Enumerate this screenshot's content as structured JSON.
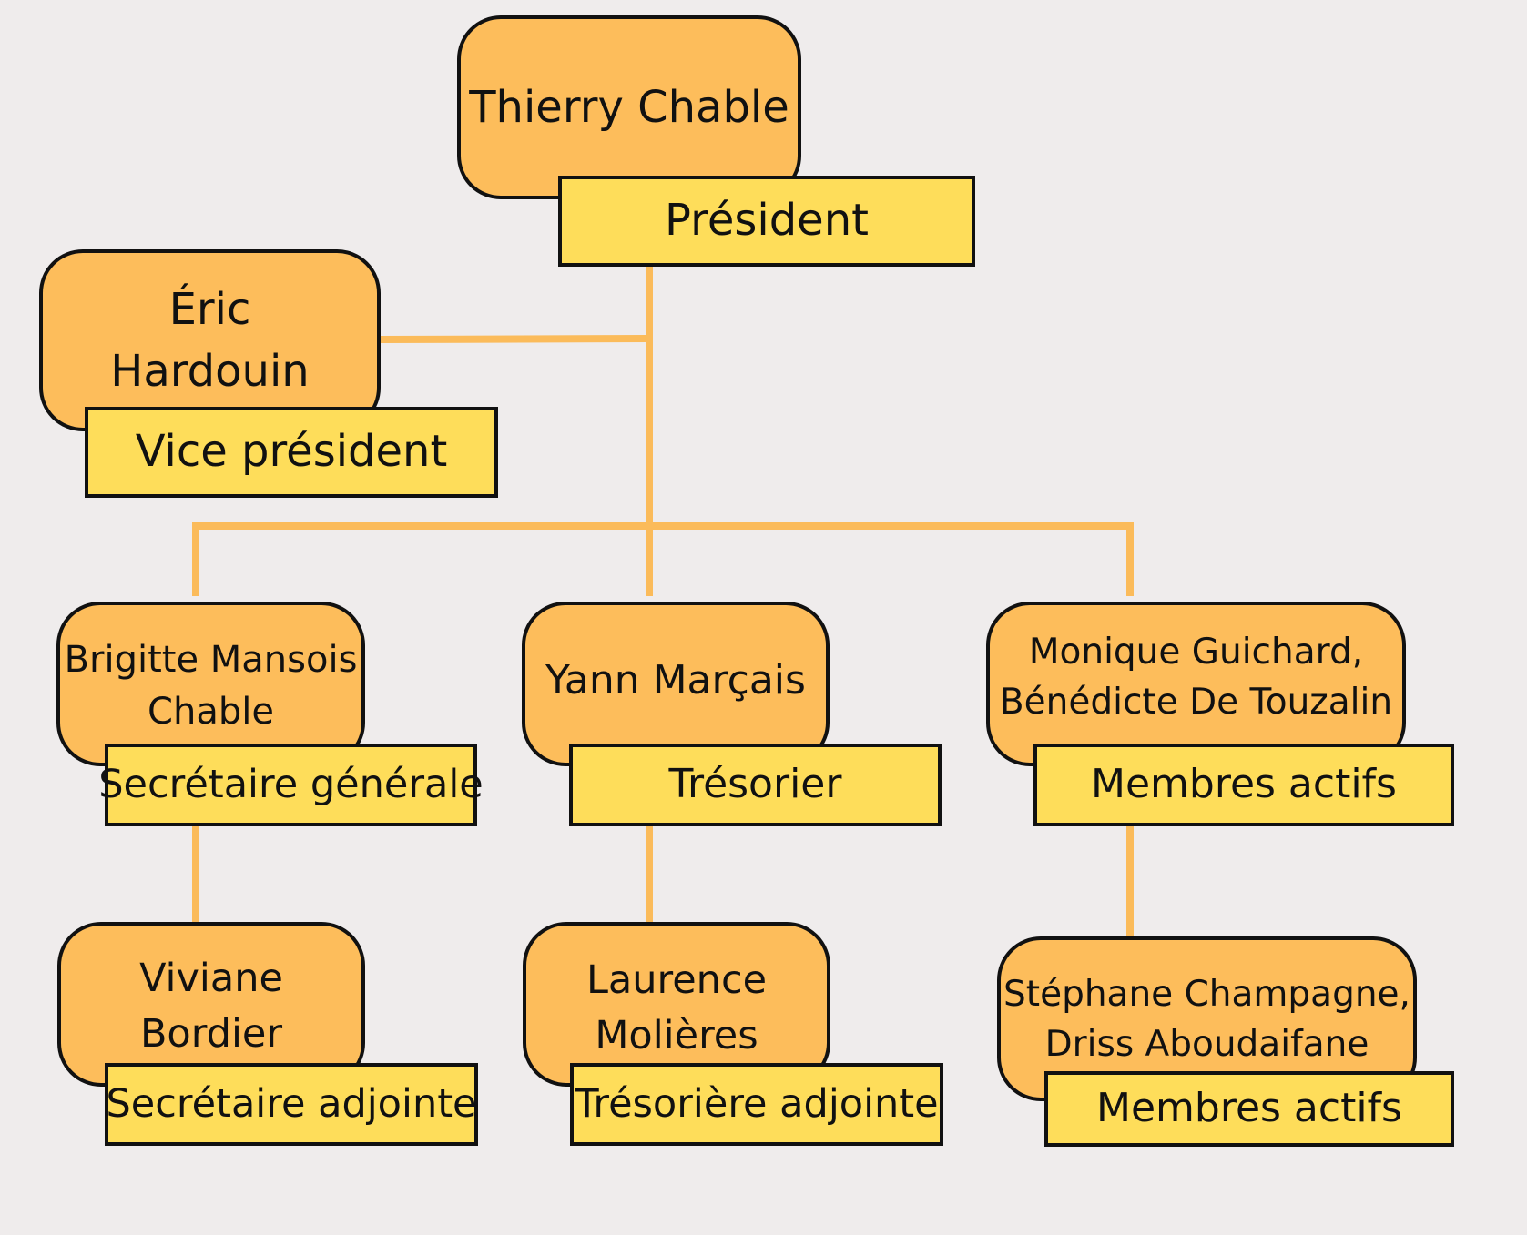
{
  "colors": {
    "background": "#efecec",
    "name_fill": "#fdbd5b",
    "role_fill": "#fedd5a",
    "outline": "#111111",
    "connector": "#fbbb5a"
  },
  "nodes": [
    {
      "id": "president",
      "name": [
        "Thierry Chable"
      ],
      "role": "Président"
    },
    {
      "id": "vice-president",
      "name": [
        "Éric",
        "Hardouin"
      ],
      "role": "Vice président"
    },
    {
      "id": "secretary-general",
      "name": [
        "Brigitte Mansois",
        "Chable"
      ],
      "role": "Secrétaire générale"
    },
    {
      "id": "treasurer",
      "name": [
        "Yann Marçais"
      ],
      "role": "Trésorier"
    },
    {
      "id": "active-members-1",
      "name": [
        "Monique Guichard,",
        "Bénédicte De Touzalin"
      ],
      "role": "Membres actifs"
    },
    {
      "id": "deputy-secretary",
      "name": [
        "Viviane",
        "Bordier"
      ],
      "role": "Secrétaire adjointe"
    },
    {
      "id": "deputy-treasurer",
      "name": [
        "Laurence",
        "Molières"
      ],
      "role": "Trésorière adjointe"
    },
    {
      "id": "active-members-2",
      "name": [
        "Stéphane Champagne,",
        "Driss Aboudaifane"
      ],
      "role": "Membres actifs"
    }
  ]
}
